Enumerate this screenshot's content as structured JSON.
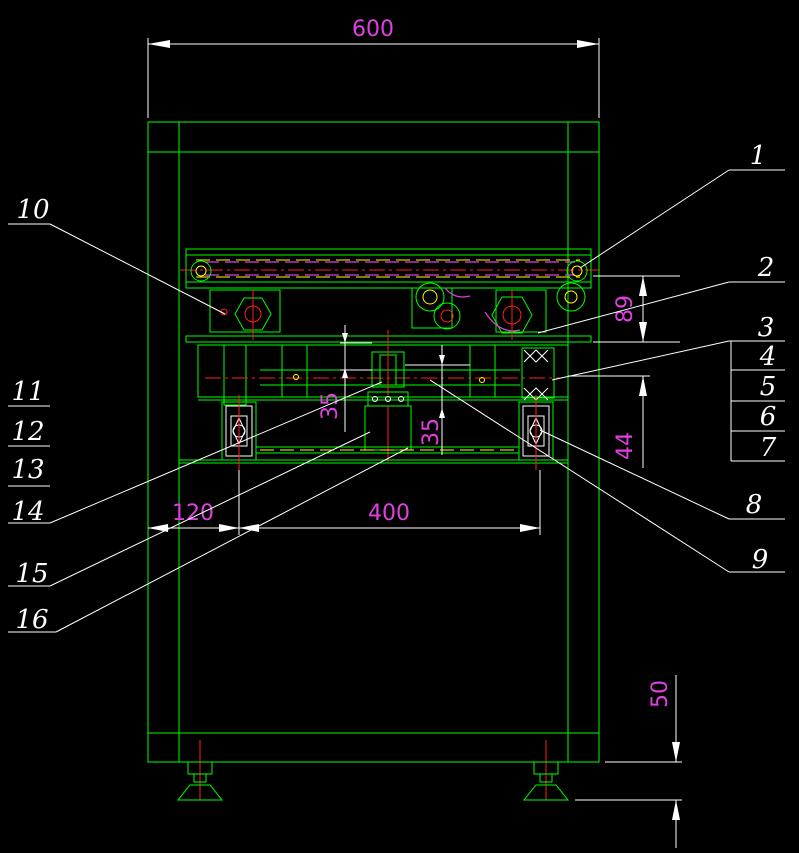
{
  "dimensions": {
    "overall_width": "600",
    "left_offset": "120",
    "rail_span": "400",
    "conveyor_height": "89",
    "rail_height": "44",
    "gap_left": "35",
    "gap_right": "35",
    "foot_height": "50"
  },
  "callouts": {
    "c1": "1",
    "c2": "2",
    "c3": "3",
    "c4": "4",
    "c5": "5",
    "c6": "6",
    "c7": "7",
    "c8": "8",
    "c9": "9",
    "c10": "10",
    "c11": "11",
    "c12": "12",
    "c13": "13",
    "c14": "14",
    "c15": "15",
    "c16": "16"
  },
  "colors": {
    "background": "#000000",
    "frame": "#00ff00",
    "dimension_text": "#e040e0",
    "center_lines": "#ff2020",
    "leaders": "#ffffff",
    "accent": "#ffff00"
  }
}
